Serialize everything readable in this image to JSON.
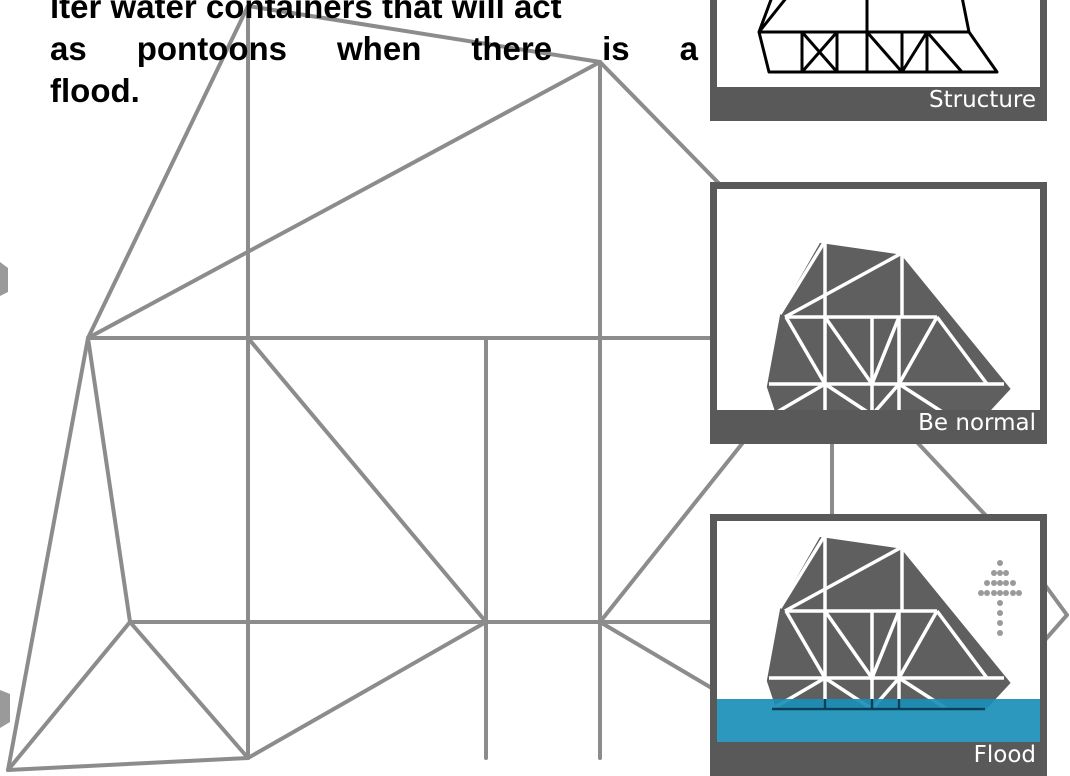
{
  "intro_text": {
    "line1": "lter water containers that will act",
    "line2_words": [
      "as",
      "pontoons",
      "when",
      "there",
      "is",
      "a"
    ],
    "line3": "flood."
  },
  "panels": {
    "structure": {
      "caption": "Structure"
    },
    "normal": {
      "caption": "Be normal"
    },
    "flood": {
      "caption": "Flood"
    }
  },
  "colors": {
    "wireframe": "#8c8c8c",
    "panel_frame": "#595959",
    "panel_fill": "#5f5f5f",
    "water": "#1a8fb8",
    "structure_line": "#000000"
  }
}
